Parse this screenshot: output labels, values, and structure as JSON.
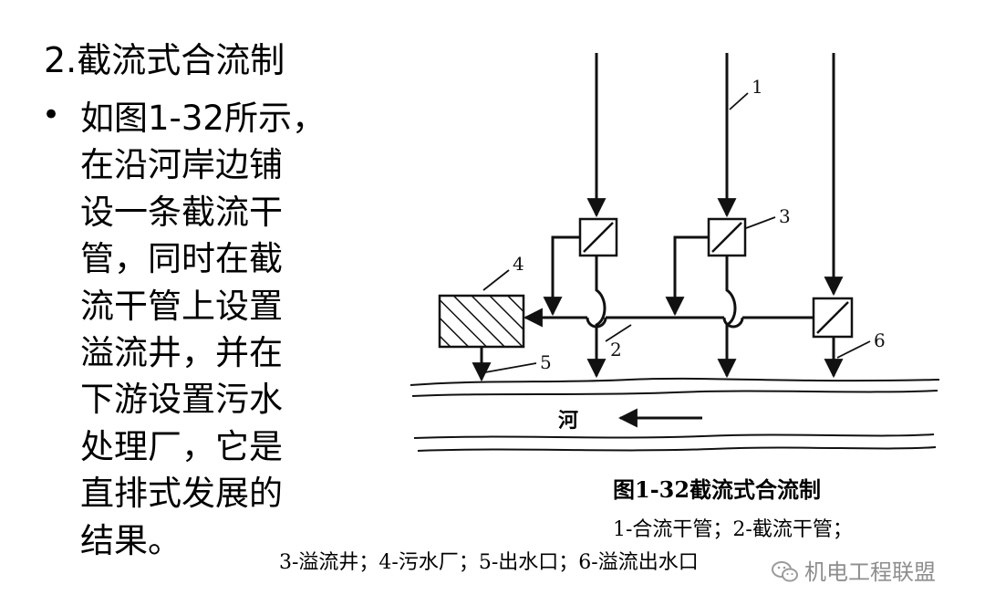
{
  "slide": {
    "title": "2.截流式合流制",
    "bullet": "•",
    "body_lines": [
      "如图1-32所示，",
      "在沿河岸边铺",
      "设一条截流干",
      "管，同时在截",
      "流干管上设置",
      "溢流井，并在",
      "下游设置污水",
      "处理厂，它是",
      "直排式发展的",
      "结果。"
    ]
  },
  "figure": {
    "caption": "图1-32截流式合流制",
    "legend_line1": "1-合流干管；2-截流干管；",
    "legend_line2": "3-溢流井；4-污水厂；5-出水口；6-溢流出水口",
    "labels": {
      "l1": "1",
      "l2": "2",
      "l3": "3",
      "l4": "4",
      "l5": "5",
      "l6": "6",
      "river": "河"
    }
  },
  "watermark": {
    "text": "机电工程联盟",
    "icon": "wechat-icon"
  }
}
